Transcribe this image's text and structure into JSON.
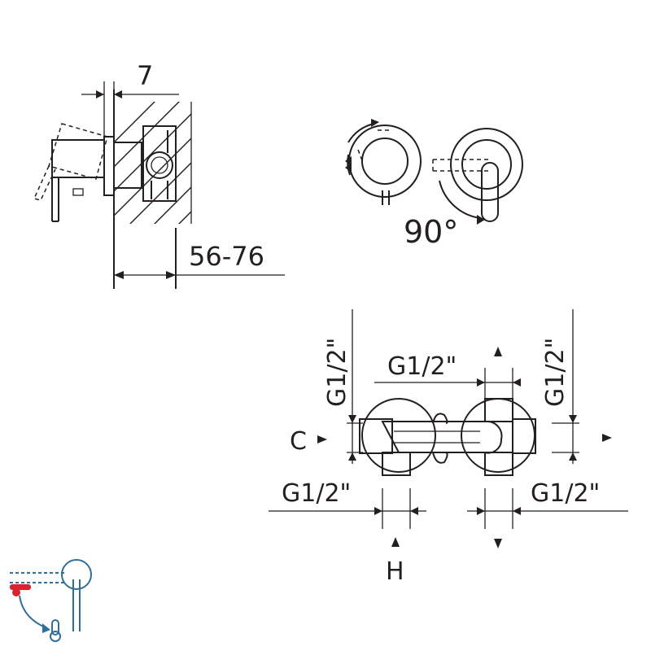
{
  "side_view": {
    "dim_cover_thickness": "7",
    "dim_install_depth": "56-76"
  },
  "front_view": {
    "rotation_angle": "90°"
  },
  "connection_view": {
    "dim_left_vertical": "G1/2\"",
    "dim_top_horizontal": "G1/2\"",
    "dim_right_vertical": "G1/2\"",
    "dim_bottom_left": "G1/2\"",
    "dim_bottom_right": "G1/2\"",
    "label_cold": "C",
    "label_hot": "H"
  },
  "colors": {
    "line": "#231f20",
    "icon_blue": "#2f6f9a",
    "icon_red": "#d9232e",
    "frame_bg": "#f3f4f6"
  },
  "icons": [
    "mixer-lever-icon",
    "temperature-icon"
  ]
}
